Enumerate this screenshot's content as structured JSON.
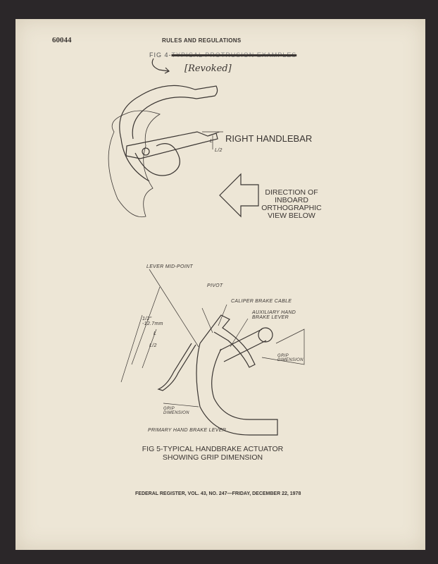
{
  "page_number": "60044",
  "header": "RULES AND REGULATIONS",
  "fig4": {
    "prefix": "FIG 4-",
    "struck_title": "TYPICAL PROTRUSION EXAMPLES",
    "annotation": "[Revoked]"
  },
  "fig4_labels": {
    "title": "RIGHT HANDLEBAR",
    "L": "L",
    "L2": "L/2",
    "direction": "DIRECTION OF INBOARD ORTHOGRAPHIC VIEW BELOW"
  },
  "fig5_labels": {
    "lever_mid_point": "LEVER MID-POINT",
    "pivot": "PIVOT",
    "caliper_brake_cable": "CALIPER BRAKE CABLE",
    "auxiliary_lever": "AUXILIARY HAND BRAKE LEVER",
    "dimension_half_inch": "1/2\" -12.7mm",
    "L": "L",
    "L2": "L/2",
    "grip_dimension_right": "GRIP DIMENSION",
    "grip_dimension_bottom": "GRIP DIMENSION",
    "primary_lever": "PRIMARY HAND BRAKE LEVER"
  },
  "caption": {
    "line1": "FIG 5-TYPICAL HANDBRAKE ACTUATOR",
    "line2": "SHOWING GRIP DIMENSION"
  },
  "footer": "FEDERAL REGISTER, VOL. 43, NO. 247—FRIDAY, DECEMBER 22, 1978"
}
